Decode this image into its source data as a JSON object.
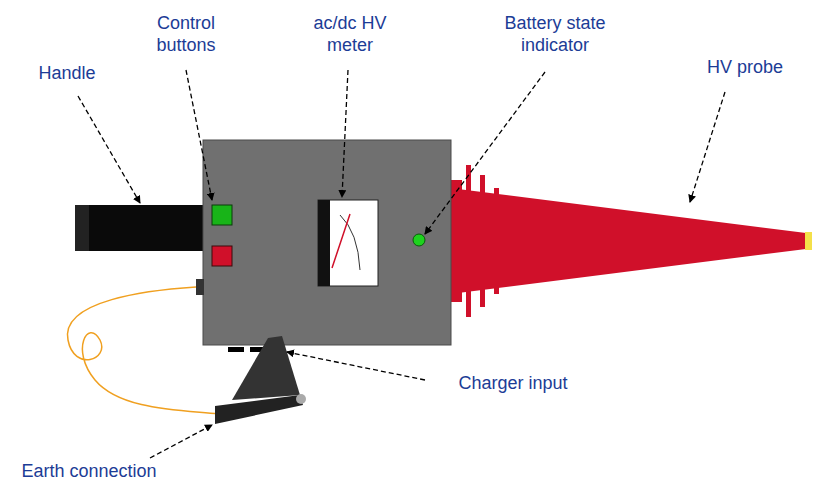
{
  "diagram": {
    "labels": [
      "Control buttons",
      "ac/dc HV meter",
      "Battery state indicator",
      "Handle",
      "HV probe",
      "Charger input",
      "Earth connection"
    ]
  }
}
